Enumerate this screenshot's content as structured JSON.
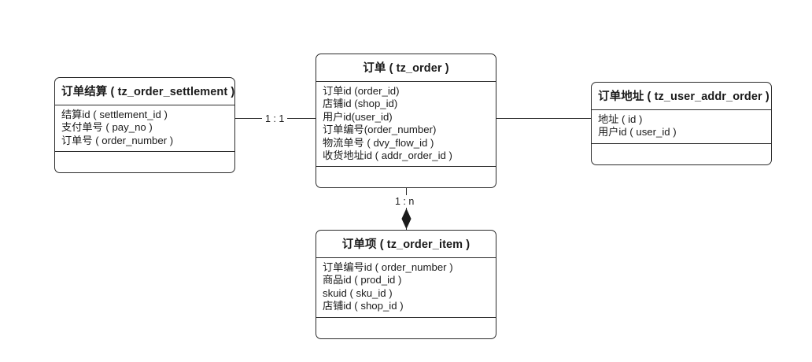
{
  "diagram": {
    "title_hidden": "",
    "background_color": "#ffffff",
    "line_color": "#2b2b2b",
    "text_color": "#1b1b1b"
  },
  "entities": [
    {
      "key": "order_settlement",
      "title": "订单结算 ( tz_order_settlement )",
      "attributes": [
        "结算id ( settlement_id )",
        "支付单号 ( pay_no )",
        "订单号 ( order_number )"
      ]
    },
    {
      "key": "order",
      "title": "订单 ( tz_order )",
      "attributes": [
        "订单id (order_id)",
        "店铺id (shop_id)",
        "用户id(user_id)",
        "订单编号(order_number)",
        "物流单号 ( dvy_flow_id )",
        "收货地址id ( addr_order_id )"
      ]
    },
    {
      "key": "user_addr_order",
      "title": "订单地址 ( tz_user_addr_order )",
      "attributes": [
        "地址 ( id )",
        "用户id ( user_id )"
      ]
    },
    {
      "key": "order_item",
      "title": "订单项 ( tz_order_item )",
      "attributes": [
        "订单编号id ( order_number )",
        "商品id ( prod_id )",
        "skuid ( sku_id )",
        "店铺id ( shop_id )"
      ]
    }
  ],
  "relationships": [
    {
      "key": "settlement_to_order",
      "label": "1 : 1",
      "from": "order_settlement",
      "to": "order"
    },
    {
      "key": "order_to_addr",
      "label": "",
      "from": "order",
      "to": "user_addr_order"
    },
    {
      "key": "order_to_item",
      "label": "1 : n",
      "from": "order",
      "to": "order_item"
    }
  ]
}
